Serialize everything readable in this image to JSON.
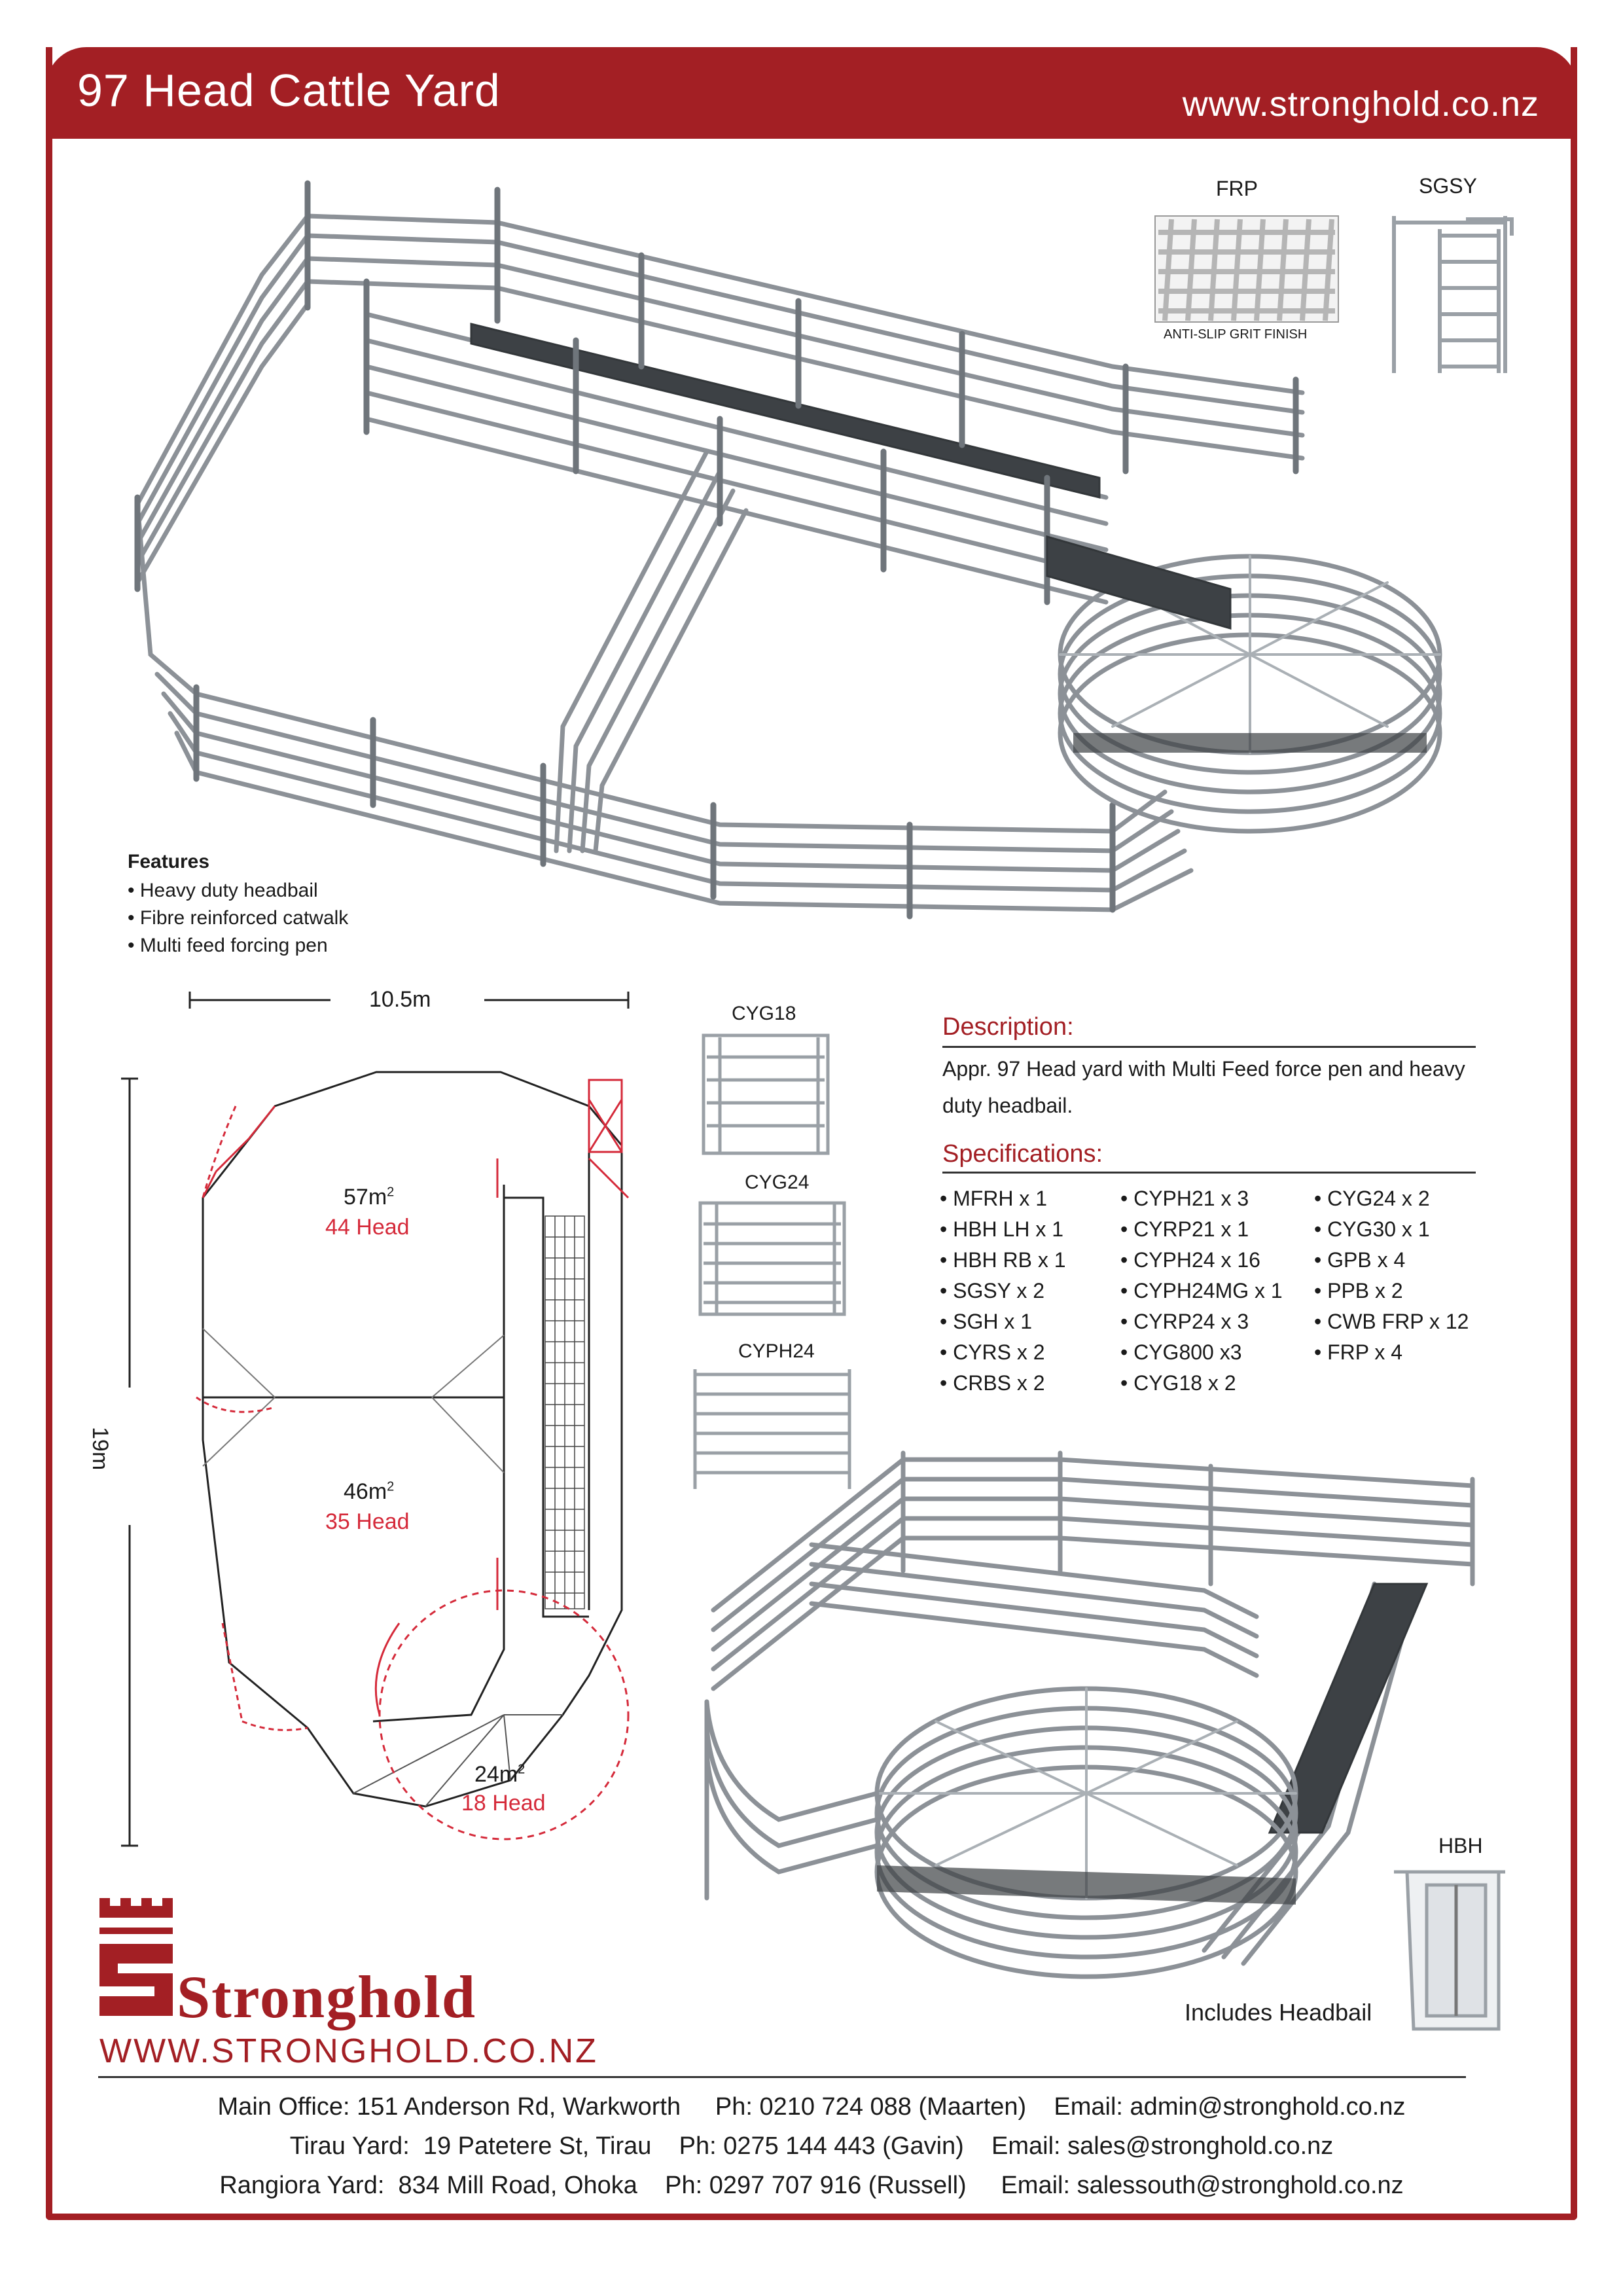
{
  "header": {
    "title": "97 Head Cattle Yard",
    "url": "www.stronghold.co.nz"
  },
  "insets": {
    "frp_label": "FRP",
    "frp_caption": "ANTI-SLIP  GRIT FINISH",
    "sgsy_label": "SGSY",
    "hbh_label": "HBH",
    "hbh_caption": "Includes Headbail"
  },
  "features": {
    "heading": "Features",
    "items": [
      "Heavy duty headbail",
      "Fibre reinforced catwalk",
      "Multi feed forcing pen"
    ]
  },
  "plan": {
    "width_label": "10.5m",
    "height_label": "19m",
    "areas": [
      {
        "area": "57m",
        "head": "44 Head"
      },
      {
        "area": "46m",
        "head": "35 Head"
      },
      {
        "area": "24m",
        "head": "18 Head"
      }
    ],
    "sup": "2"
  },
  "gates": {
    "cyg18": "CYG18",
    "cyg24": "CYG24",
    "cyph24": "CYPH24"
  },
  "description": {
    "heading": "Description:",
    "body": "Appr. 97 Head yard with Multi Feed force pen and heavy duty headbail."
  },
  "specifications": {
    "heading": "Specifications:",
    "col1": [
      "MFRH x 1",
      "HBH LH x 1",
      "HBH RB x 1",
      "SGSY x 2",
      "SGH x 1",
      "CYRS x 2",
      "CRBS x 2"
    ],
    "col2": [
      "CYPH21 x 3",
      "CYRP21 x 1",
      "CYPH24 x 16",
      "CYPH24MG x 1",
      "CYRP24 x 3",
      "CYG800 x3",
      "CYG18 x 2"
    ],
    "col3": [
      "CYG24 x 2",
      "CYG30 x 1",
      "GPB x 4",
      "PPB x 2",
      "CWB FRP x 12",
      "FRP x 4"
    ]
  },
  "brand": {
    "name": "Stronghold",
    "url": "WWW.STRONGHOLD.CO.NZ"
  },
  "offices": [
    "Main Office: 151 Anderson Rd, Warkworth     Ph: 0210 724 088 (Maarten)    Email: admin@stronghold.co.nz",
    "Tirau Yard:  19 Patetere St, Tirau    Ph: 0275 144 443 (Gavin)    Email: sales@stronghold.co.nz",
    "Rangiora Yard:  834 Mill Road, Ohoka    Ph: 0297 707 916 (Russell)     Email: salessouth@stronghold.co.nz"
  ],
  "colors": {
    "brand_red": "#a31f24",
    "plan_red": "#d52a3a",
    "steel": "#9aa0a6"
  }
}
